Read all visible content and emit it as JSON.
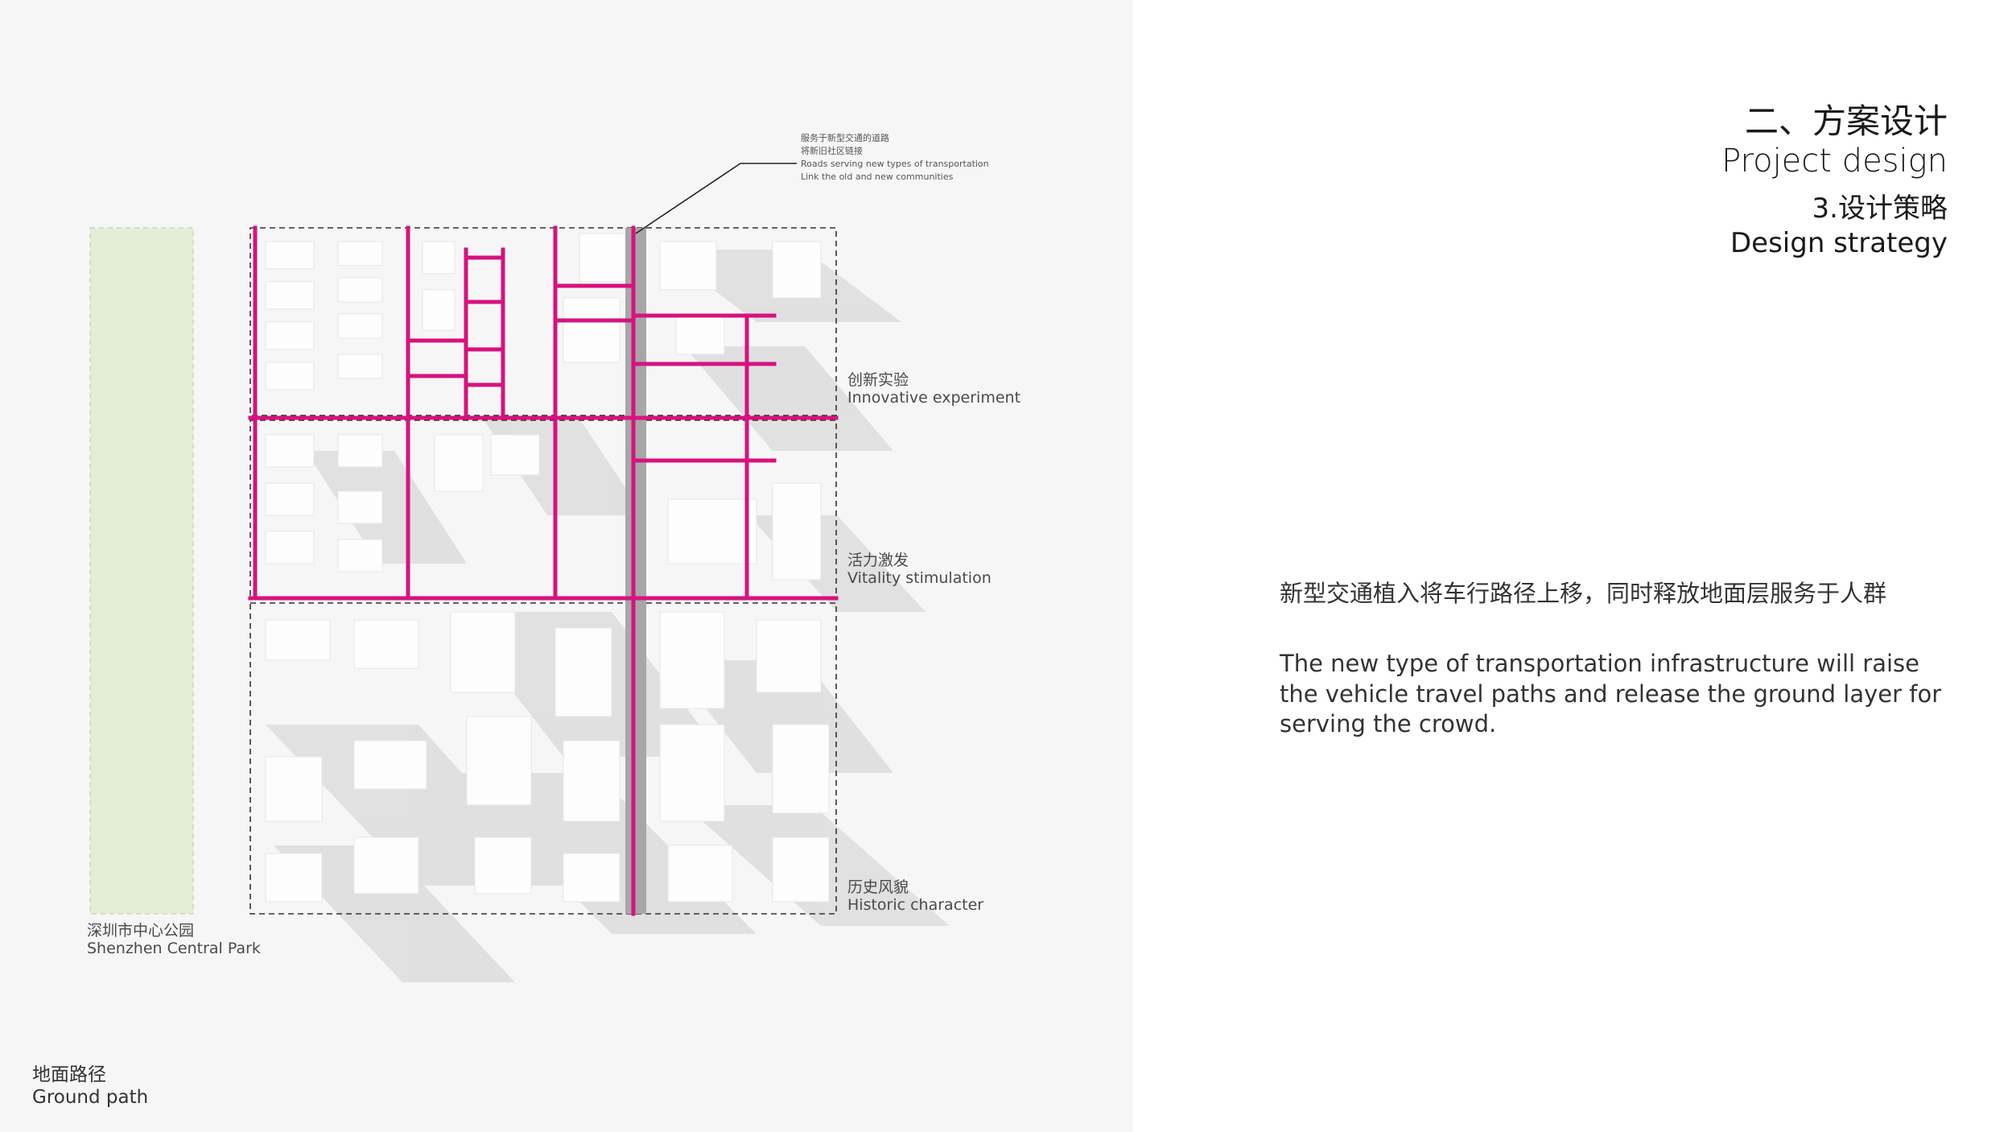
{
  "colors": {
    "road_magenta": "#d6127f",
    "park_green": "#e4edd6",
    "elevated_gray": "#a7a7a7",
    "panel_gray": "#f6f6f6"
  },
  "heading": {
    "section_cn": "二、方案设计",
    "section_en": "Project design",
    "sub_cn": "3.设计策略",
    "sub_en": "Design strategy"
  },
  "description": {
    "cn": "新型交通植入将车行路径上移，同时释放地面层服务于人群",
    "en": "The new type of transportation infrastructure will raise the vehicle travel paths and release the ground layer for serving the crowd."
  },
  "callout": {
    "line1_cn": "服务于新型交通的道路",
    "line2_cn": "将新旧社区链接",
    "line3_en": "Roads serving new types of transportation",
    "line4_en": "Link the old and new communities"
  },
  "zones": [
    {
      "cn": "创新实验",
      "en": "Innovative experiment"
    },
    {
      "cn": "活力激发",
      "en": "Vitality stimulation"
    },
    {
      "cn": "历史风貌",
      "en": "Historic character"
    }
  ],
  "park": {
    "cn": "深圳市中心公园",
    "en": "Shenzhen Central Park"
  },
  "ground": {
    "cn": "地面路径",
    "en": "Ground path"
  }
}
